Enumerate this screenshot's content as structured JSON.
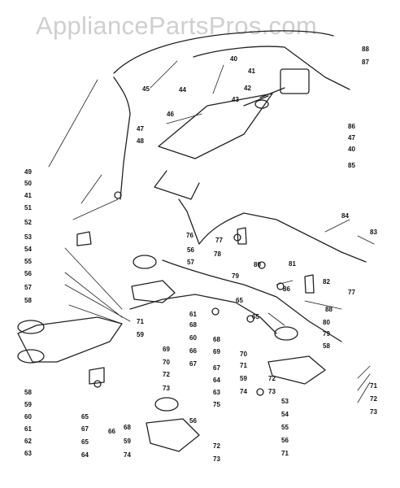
{
  "watermark": "AppliancePartsPros.com",
  "callouts": [
    {
      "id": "c88",
      "text": "88"
    },
    {
      "id": "c87",
      "text": "87"
    },
    {
      "id": "c86",
      "text": "86"
    },
    {
      "id": "c47r",
      "text": "47"
    },
    {
      "id": "c40r",
      "text": "40"
    },
    {
      "id": "c85",
      "text": "85"
    },
    {
      "id": "c40t",
      "text": "40"
    },
    {
      "id": "c41t",
      "text": "41"
    },
    {
      "id": "c42",
      "text": "42"
    },
    {
      "id": "c43",
      "text": "43"
    },
    {
      "id": "c44",
      "text": "44"
    },
    {
      "id": "c45",
      "text": "45"
    },
    {
      "id": "c46",
      "text": "46"
    },
    {
      "id": "c47",
      "text": "47"
    },
    {
      "id": "c48",
      "text": "48"
    },
    {
      "id": "c49",
      "text": "49"
    },
    {
      "id": "c50",
      "text": "50"
    },
    {
      "id": "c41l",
      "text": "41"
    },
    {
      "id": "c51",
      "text": "51"
    },
    {
      "id": "c52",
      "text": "52"
    },
    {
      "id": "c53",
      "text": "53"
    },
    {
      "id": "c54",
      "text": "54"
    },
    {
      "id": "c55",
      "text": "55"
    },
    {
      "id": "c56",
      "text": "56"
    },
    {
      "id": "c57",
      "text": "57"
    },
    {
      "id": "c58",
      "text": "58"
    },
    {
      "id": "c76",
      "text": "76"
    },
    {
      "id": "c84",
      "text": "84"
    },
    {
      "id": "c83",
      "text": "83"
    },
    {
      "id": "c56m",
      "text": "56"
    },
    {
      "id": "c57m",
      "text": "57"
    },
    {
      "id": "c77a",
      "text": "77"
    },
    {
      "id": "c78",
      "text": "78"
    },
    {
      "id": "c80",
      "text": "80"
    },
    {
      "id": "c81",
      "text": "81"
    },
    {
      "id": "c82",
      "text": "82"
    },
    {
      "id": "c77b",
      "text": "77"
    },
    {
      "id": "c79",
      "text": "79"
    },
    {
      "id": "c86b",
      "text": "86"
    },
    {
      "id": "c65a",
      "text": "65"
    },
    {
      "id": "c61",
      "text": "61"
    },
    {
      "id": "c71",
      "text": "71"
    },
    {
      "id": "c59",
      "text": "59"
    },
    {
      "id": "c69",
      "text": "69"
    },
    {
      "id": "c70",
      "text": "70"
    },
    {
      "id": "c72",
      "text": "72"
    },
    {
      "id": "c73",
      "text": "73"
    },
    {
      "id": "c68",
      "text": "68"
    },
    {
      "id": "c60",
      "text": "60"
    },
    {
      "id": "c59b",
      "text": "59"
    },
    {
      "id": "c74",
      "text": "74"
    },
    {
      "id": "c65b",
      "text": "65"
    },
    {
      "id": "c66",
      "text": "66"
    },
    {
      "id": "c67",
      "text": "67"
    },
    {
      "id": "c88b",
      "text": "88"
    },
    {
      "id": "c80b",
      "text": "80"
    },
    {
      "id": "c79b",
      "text": "79"
    },
    {
      "id": "c58b",
      "text": "58"
    },
    {
      "id": "c71r",
      "text": "71"
    },
    {
      "id": "c72r",
      "text": "72"
    },
    {
      "id": "c73r",
      "text": "73"
    },
    {
      "id": "c53b",
      "text": "53"
    },
    {
      "id": "c54b",
      "text": "54"
    },
    {
      "id": "c55b",
      "text": "55"
    },
    {
      "id": "c56b",
      "text": "56"
    },
    {
      "id": "c71b",
      "text": "71"
    },
    {
      "id": "c58l",
      "text": "58"
    },
    {
      "id": "c59l",
      "text": "59"
    },
    {
      "id": "c60l",
      "text": "60"
    },
    {
      "id": "c61l",
      "text": "61"
    },
    {
      "id": "c62",
      "text": "62"
    },
    {
      "id": "c63",
      "text": "63"
    },
    {
      "id": "c64",
      "text": "64"
    },
    {
      "id": "c65l",
      "text": "65"
    },
    {
      "id": "c66l",
      "text": "66"
    },
    {
      "id": "c67l",
      "text": "67"
    },
    {
      "id": "c68b",
      "text": "68"
    },
    {
      "id": "c59c",
      "text": "59"
    },
    {
      "id": "c74b",
      "text": "74"
    },
    {
      "id": "c56c",
      "text": "56"
    },
    {
      "id": "c72b",
      "text": "72"
    },
    {
      "id": "c73b",
      "text": "73"
    },
    {
      "id": "c70b",
      "text": "70"
    },
    {
      "id": "c71c",
      "text": "71"
    },
    {
      "id": "c72c",
      "text": "72"
    },
    {
      "id": "c73c",
      "text": "73"
    },
    {
      "id": "c69b",
      "text": "69"
    },
    {
      "id": "c75",
      "text": "75"
    },
    {
      "id": "c63b",
      "text": "63"
    },
    {
      "id": "c64b",
      "text": "64"
    },
    {
      "id": "c67b",
      "text": "67"
    },
    {
      "id": "c68c",
      "text": "68"
    },
    {
      "id": "c65c",
      "text": "65"
    }
  ]
}
